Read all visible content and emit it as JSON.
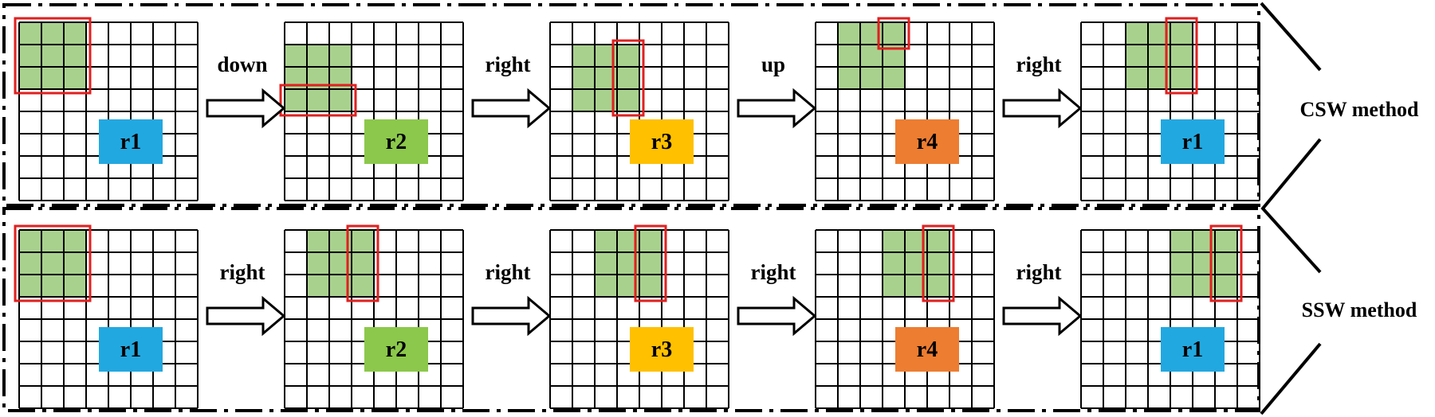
{
  "colors": {
    "green_fill": "#a9d18e",
    "red_box": "#e02020",
    "grid_line": "#000000",
    "r1": "#22a8e0",
    "r2": "#8cc84b",
    "r3": "#ffc000",
    "r4": "#ed7d31"
  },
  "grid_size": 8,
  "rows": [
    {
      "method_label": "CSW method",
      "arrows": [
        "down",
        "right",
        "up",
        "right"
      ],
      "panels": [
        {
          "tag": "r1",
          "tag_color": "r1",
          "green": {
            "row": 0,
            "col": 0,
            "rows": 3,
            "cols": 3
          },
          "red": {
            "row": 0,
            "col": 0,
            "rows": 3,
            "cols": 3
          }
        },
        {
          "tag": "r2",
          "tag_color": "r2",
          "green": {
            "row": 1,
            "col": 0,
            "rows": 3,
            "cols": 3
          },
          "red": {
            "row": 3,
            "col": 0,
            "rows": 1,
            "cols": 3
          }
        },
        {
          "tag": "r3",
          "tag_color": "r3",
          "green": {
            "row": 1,
            "col": 1,
            "rows": 3,
            "cols": 3
          },
          "red": {
            "row": 1,
            "col": 3,
            "rows": 3,
            "cols": 1
          }
        },
        {
          "tag": "r4",
          "tag_color": "r4",
          "green": {
            "row": 0,
            "col": 1,
            "rows": 3,
            "cols": 3
          },
          "red": {
            "row": 0,
            "col": 3,
            "rows": 1,
            "cols": 1
          }
        },
        {
          "tag": "r1",
          "tag_color": "r1",
          "green": {
            "row": 0,
            "col": 2,
            "rows": 3,
            "cols": 3
          },
          "red": {
            "row": 0,
            "col": 4,
            "rows": 3,
            "cols": 1
          }
        }
      ]
    },
    {
      "method_label": "SSW method",
      "arrows": [
        "right",
        "right",
        "right",
        "right"
      ],
      "panels": [
        {
          "tag": "r1",
          "tag_color": "r1",
          "green": {
            "row": 0,
            "col": 0,
            "rows": 3,
            "cols": 3
          },
          "red": {
            "row": 0,
            "col": 0,
            "rows": 3,
            "cols": 3
          }
        },
        {
          "tag": "r2",
          "tag_color": "r2",
          "green": {
            "row": 0,
            "col": 1,
            "rows": 3,
            "cols": 3
          },
          "red": {
            "row": 0,
            "col": 3,
            "rows": 3,
            "cols": 1
          }
        },
        {
          "tag": "r3",
          "tag_color": "r3",
          "green": {
            "row": 0,
            "col": 2,
            "rows": 3,
            "cols": 3
          },
          "red": {
            "row": 0,
            "col": 4,
            "rows": 3,
            "cols": 1
          }
        },
        {
          "tag": "r4",
          "tag_color": "r4",
          "green": {
            "row": 0,
            "col": 3,
            "rows": 3,
            "cols": 3
          },
          "red": {
            "row": 0,
            "col": 5,
            "rows": 3,
            "cols": 1
          }
        },
        {
          "tag": "r1",
          "tag_color": "r1",
          "green": {
            "row": 0,
            "col": 4,
            "rows": 3,
            "cols": 3
          },
          "red": {
            "row": 0,
            "col": 6,
            "rows": 3,
            "cols": 1
          }
        }
      ]
    }
  ]
}
